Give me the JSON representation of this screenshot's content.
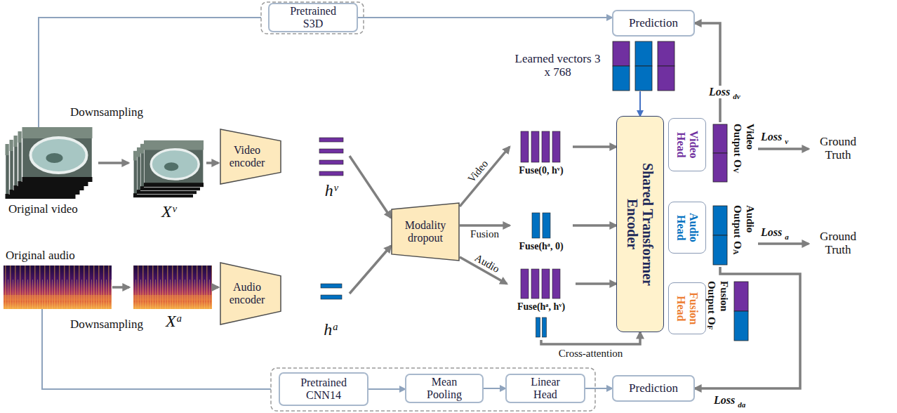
{
  "diagram": {
    "nodes": [
      {
        "text": [
          "Pretrained S3D"
        ]
      },
      {
        "text": [
          "Prediction"
        ]
      },
      {
        "text": [
          "Learned vectors 3 x 768"
        ]
      },
      {
        "text": [
          "Video encoder"
        ]
      },
      {
        "text": [
          "hᵛ"
        ]
      },
      {
        "text": [
          "Audio encoder"
        ]
      },
      {
        "text": [
          "hᵃ"
        ]
      },
      {
        "text": [
          "Modality dropout"
        ]
      },
      {
        "text": [
          "Fuse(0, hᵛ)"
        ]
      },
      {
        "text": [
          "Fuse(hᵃ, 0)"
        ]
      },
      {
        "text": [
          "Fuse(hᵃ, hᵛ)"
        ]
      },
      {
        "text": [
          "Shared Transformer Encoder"
        ]
      },
      {
        "text": [
          "Video Head"
        ]
      },
      {
        "text": [
          "Audio Head"
        ]
      },
      {
        "text": [
          "Fusion Head"
        ]
      },
      {
        "text": [
          "Video Output",
          "O",
          "V"
        ]
      },
      {
        "text": [
          "Ground Truth"
        ]
      },
      {
        "text": [
          "Audio Output",
          "O",
          "A"
        ]
      },
      {
        "text": [
          "Ground Truth"
        ]
      },
      {
        "text": [
          "Fusion Output",
          "O",
          "F"
        ]
      },
      {
        "text": [
          "Pretrained CNN14"
        ]
      },
      {
        "text": [
          "Mean Pooling"
        ]
      },
      {
        "text": [
          "Linear Head"
        ]
      },
      {
        "text": [
          "Prediction"
        ]
      }
    ],
    "edges": [
      {
        "from": 0,
        "to": 1,
        "arrow": "to"
      },
      {
        "from": 2,
        "to": 11,
        "arrow": "to"
      },
      {
        "from": 4,
        "to": 7,
        "arrow": "to"
      },
      {
        "from": 6,
        "to": 7,
        "arrow": "to"
      },
      {
        "from": 7,
        "to": 8,
        "label": "Video",
        "arrow": "to"
      },
      {
        "from": 7,
        "to": 9,
        "label": "Fusion",
        "arrow": "to"
      },
      {
        "from": 7,
        "to": 10,
        "label": "Audio",
        "arrow": "to"
      },
      {
        "from": 8,
        "to": 11,
        "arrow": "to"
      },
      {
        "from": 9,
        "to": 11,
        "arrow": "to"
      },
      {
        "from": 10,
        "to": 11,
        "arrow": "to"
      },
      {
        "from": 10,
        "to": 11,
        "label": "Cross-attention",
        "arrow": "to"
      },
      {
        "from": 15,
        "to": 16,
        "arrow": "to"
      },
      {
        "from": 17,
        "to": 18,
        "arrow": "to"
      },
      {
        "from": 15,
        "to": 1,
        "arrow": "to"
      },
      {
        "from": 17,
        "to": 23,
        "arrow": "to"
      },
      {
        "from": 20,
        "to": 21,
        "arrow": "to"
      },
      {
        "from": 21,
        "to": 22,
        "arrow": "to"
      },
      {
        "from": 22,
        "to": 23,
        "arrow": "to"
      }
    ],
    "labels": [
      "Downsampling",
      "Xᵛ",
      "Original video",
      "Original audio",
      "Xᵃ",
      "Downsampling",
      "Loss",
      "dv",
      "Loss",
      "v",
      "Loss",
      "a",
      "Loss",
      "da"
    ]
  }
}
